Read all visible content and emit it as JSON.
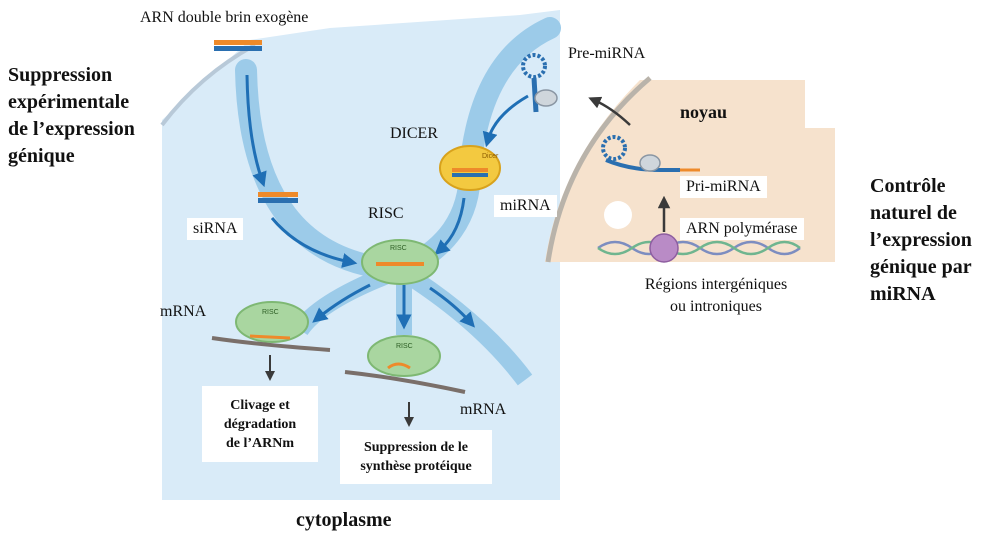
{
  "labels": {
    "exogenous_dsrna": "ARN double brin exogène",
    "sirna": "siRNA",
    "risc": "RISC",
    "dicer": "DICER",
    "mirna": "miRNA",
    "pre_mirna": "Pre-miRNA",
    "pri_mirna": "Pri-miRNA",
    "rna_polymerase": "ARN polymérase",
    "nucleus": "noyau",
    "mrna_left": "mRNA",
    "mrna_right": "mRNA",
    "cytoplasm": "cytoplasme",
    "regions_line1": "Régions intergéniques",
    "regions_line2": "ou introniques",
    "cleavage_line1": "Clivage et",
    "cleavage_line2": "dégradation",
    "cleavage_line3": "de l’ARNm",
    "suppression_line1": "Suppression de le",
    "suppression_line2": "synthèse protéique",
    "complex_risc": "RISC",
    "complex_dicer": "Dicer"
  },
  "side_texts": {
    "left": [
      "Suppression",
      "expérimentale",
      "de l’expression",
      "génique"
    ],
    "right": [
      "Contrôle",
      "naturel de",
      "l’expression",
      "génique par",
      "miRNA"
    ]
  },
  "colors": {
    "cytoplasm": "#d9ebf8",
    "pathway": "#9ccbe9",
    "nucleus": "#f6e2cd",
    "risc_complex": "#a9d6a0",
    "dicer_complex": "#f3c940",
    "rna_orange": "#ee8a2a",
    "hairpin_blue": "#2a6fb0",
    "polymerase": "#b98bc6"
  }
}
